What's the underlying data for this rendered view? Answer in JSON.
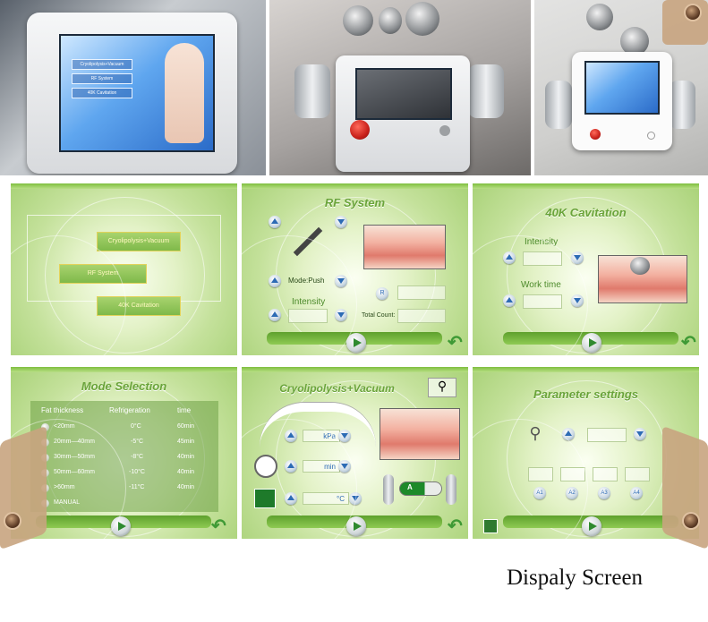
{
  "photos": {
    "left_menu": [
      "Cryolipolysis+Vacuum",
      "RF System",
      "40K Cavitation"
    ]
  },
  "main_menu": {
    "buttons": [
      "Cryolipolysis+Vacuum",
      "RF System",
      "40K Cavitation"
    ]
  },
  "rf_system": {
    "title": "RF System",
    "mode_label": "Mode:Push",
    "intensity_label": "Intensity",
    "total_count_label": "Total Count:",
    "r_badge": "R"
  },
  "cavitation": {
    "title": "40K Cavitation",
    "intensity_label": "Intensity",
    "work_time_label": "Work time"
  },
  "mode_selection": {
    "title": "Mode Selection",
    "headers": [
      "Fat thickness",
      "Refrigeration",
      "time"
    ],
    "rows": [
      [
        "<20mm",
        "0°C",
        "60min"
      ],
      [
        "20mm—40mm",
        "-5°C",
        "45min"
      ],
      [
        "30mm—50mm",
        "-8°C",
        "40min"
      ],
      [
        "50mm—60mm",
        "-10°C",
        "40min"
      ],
      [
        ">60mm",
        "-11°C",
        "40min"
      ],
      [
        "MANUAL",
        "",
        ""
      ]
    ]
  },
  "cryo_vacuum": {
    "title": "Cryolipolysis+Vacuum",
    "units": [
      "kPa",
      "min",
      "°C"
    ],
    "toggle_label": "A"
  },
  "parameters": {
    "title": "Parameter settings",
    "presets": [
      "A1",
      "A2",
      "A3",
      "A4"
    ]
  },
  "caption": "Dispaly Screen",
  "colors": {
    "accent": "#6aa43a",
    "bar": "#5ea12d",
    "caption": "#111111"
  }
}
